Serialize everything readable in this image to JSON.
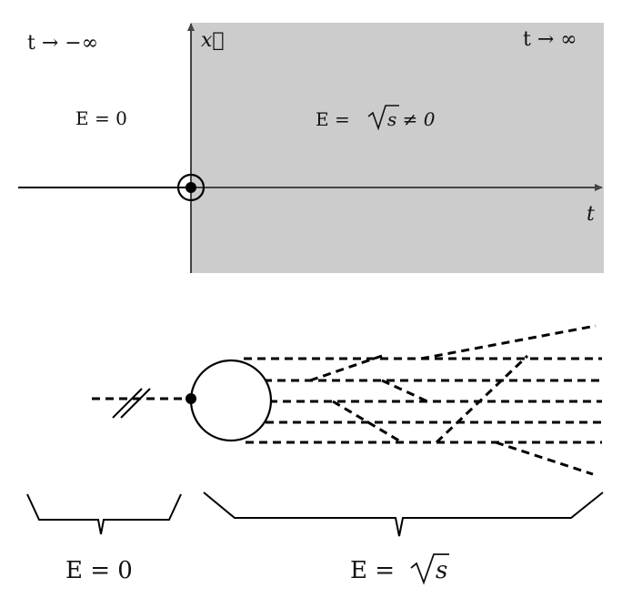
{
  "top_panel": {
    "label_past": "t → −∞",
    "label_future": "t → ∞",
    "label_x_axis": "x⃗",
    "label_t_axis": "t",
    "label_energy_before": "E = 0",
    "label_energy_after_lhs": "E =",
    "label_energy_after_rhs": "s ≠ 0",
    "shaded_color": "#cccccc"
  },
  "bottom_panel": {
    "label_left_brace": "E = 0",
    "label_right_brace_lhs": "E =",
    "label_right_brace_rhs": "s"
  }
}
